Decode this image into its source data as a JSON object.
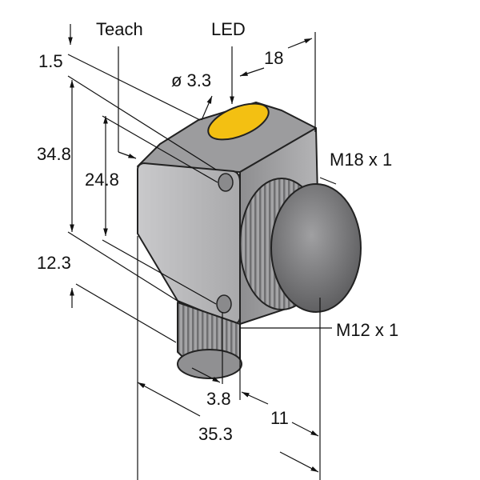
{
  "labels": {
    "teach": "Teach",
    "led": "LED",
    "dim_1_5": "1.5",
    "dim_dia_3_3": "ø 3.3",
    "dim_18": "18",
    "dim_34_8": "34.8",
    "dim_24_8": "24.8",
    "thread_m18": "M18 x 1",
    "dim_12_3": "12.3",
    "thread_m12": "M12 x 1",
    "dim_3_8": "3.8",
    "dim_11": "11",
    "dim_35_3": "35.3"
  },
  "colors": {
    "body": "#b9b9bb",
    "led": "#f3c012",
    "lens": "#6e6e70"
  }
}
